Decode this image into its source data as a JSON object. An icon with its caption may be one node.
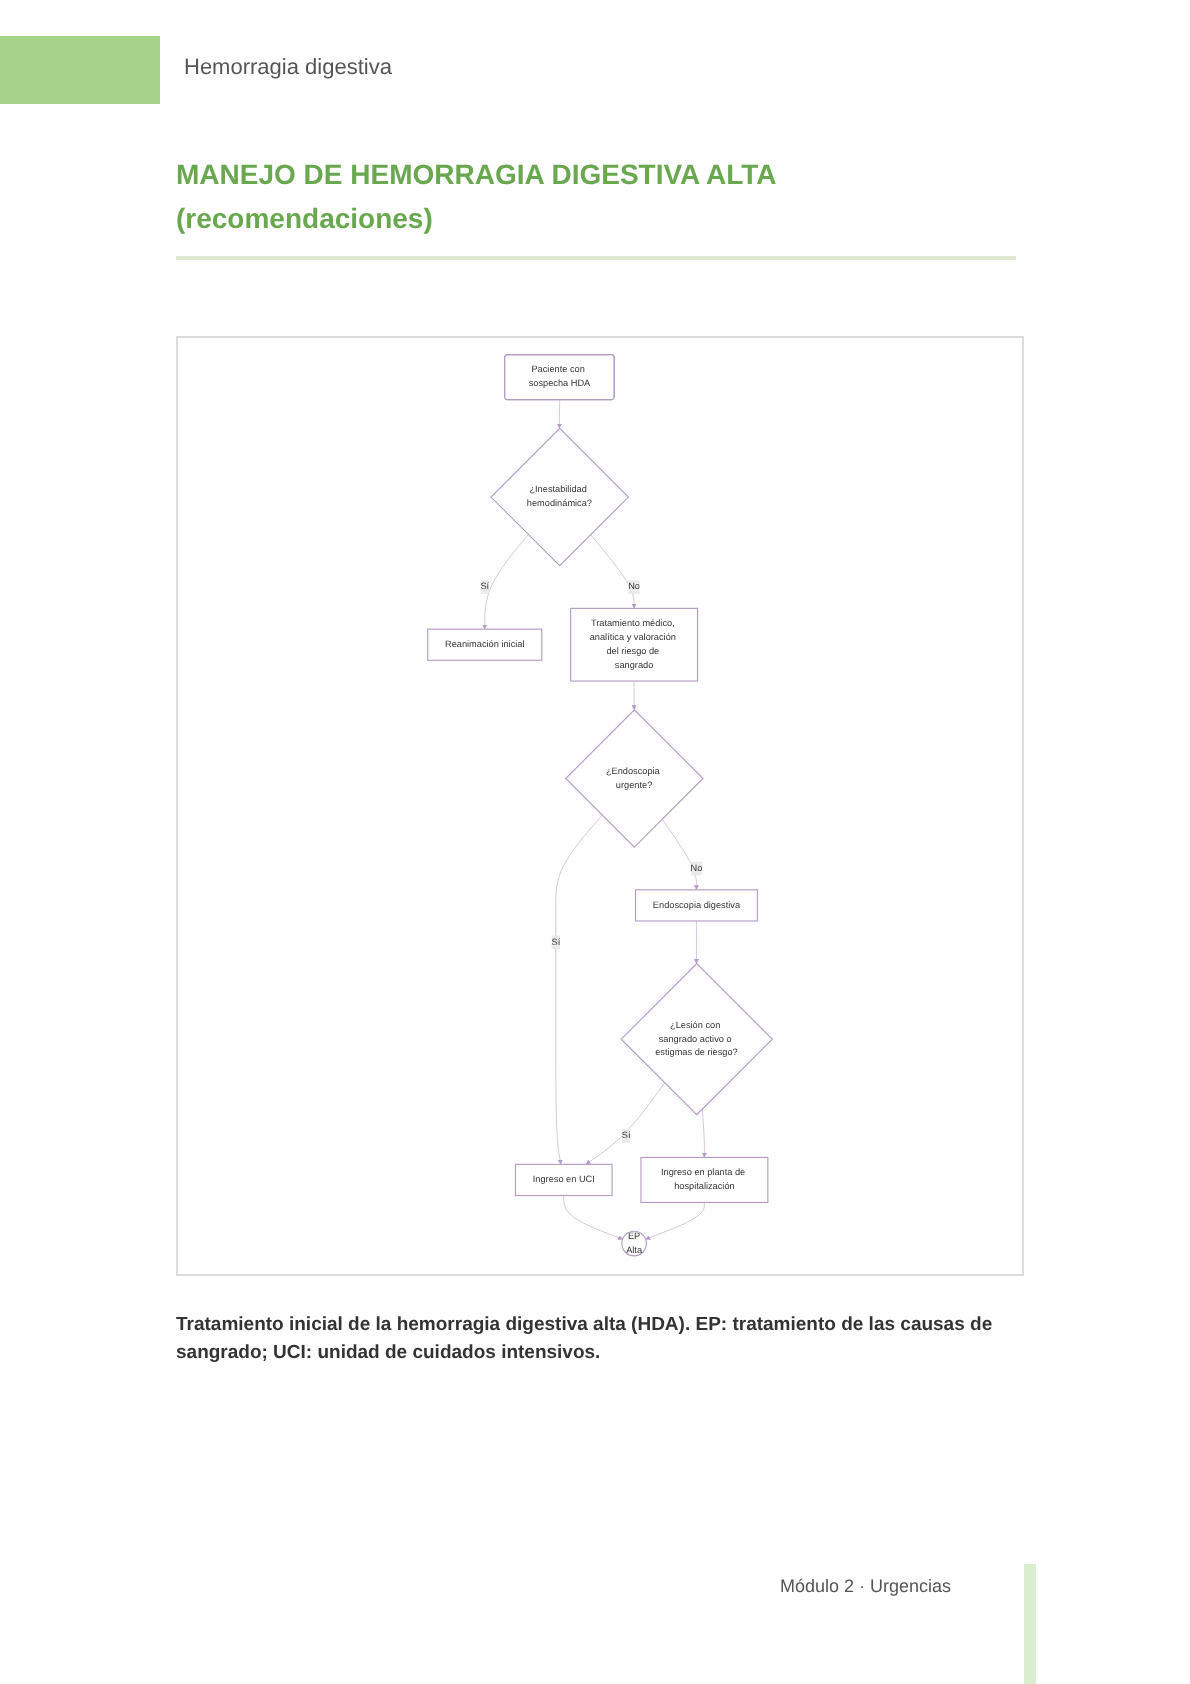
{
  "diagram": {
    "title": "MANEJO DE HEMORRAGIA DIGESTIVA ALTA (recomendaciones)",
    "caption": "Tratamiento inicial de la hemorragia digestiva alta (HDA). EP: tratamiento de las causas de sangrado; UCI: unidad de cuidados intensivos.",
    "nodes": [
      {
        "text": [
          "Paciente con sospecha HDA"
        ]
      },
      {
        "text": [
          "¿Inestabilidad hemodinámica?"
        ]
      },
      {
        "text": [
          "Reanimación inicial"
        ]
      },
      {
        "text": [
          "Tratamiento médico, analítica y valoración del riesgo de sangrado"
        ]
      },
      {
        "text": [
          "¿Endoscopia urgente?"
        ]
      },
      {
        "text": [
          "Endoscopia digestiva"
        ]
      },
      {
        "text": [
          "¿Lesión con sangrado activo o estigmas de riesgo?"
        ]
      },
      {
        "text": [
          "Ingreso en UCI"
        ]
      },
      {
        "text": [
          "Ingreso en planta de hospitalización"
        ]
      },
      {
        "text": [
          "EP",
          "Alta"
        ]
      }
    ],
    "edges": [
      {
        "from": 0,
        "to": 1,
        "arrow": "to"
      },
      {
        "from": 1,
        "to": 2,
        "label": "Sí",
        "arrow": "to"
      },
      {
        "from": 1,
        "to": 3,
        "label": "No",
        "arrow": "to"
      },
      {
        "from": 3,
        "to": 4,
        "arrow": "to"
      },
      {
        "from": 4,
        "to": 7,
        "label": "Sí",
        "arrow": "to"
      },
      {
        "from": 4,
        "to": 5,
        "label": "No",
        "arrow": "to"
      },
      {
        "from": 5,
        "to": 6,
        "arrow": "to"
      },
      {
        "from": 6,
        "to": 7,
        "label": "Sí",
        "arrow": "to"
      },
      {
        "from": 6,
        "to": 8,
        "arrow": "to"
      },
      {
        "from": 8,
        "to": 9,
        "arrow": "to"
      },
      {
        "from": 7,
        "to": 9,
        "arrow": "to"
      }
    ],
    "labels": [
      "Hemorragia digestiva",
      "Módulo 2 · Urgencias"
    ]
  }
}
